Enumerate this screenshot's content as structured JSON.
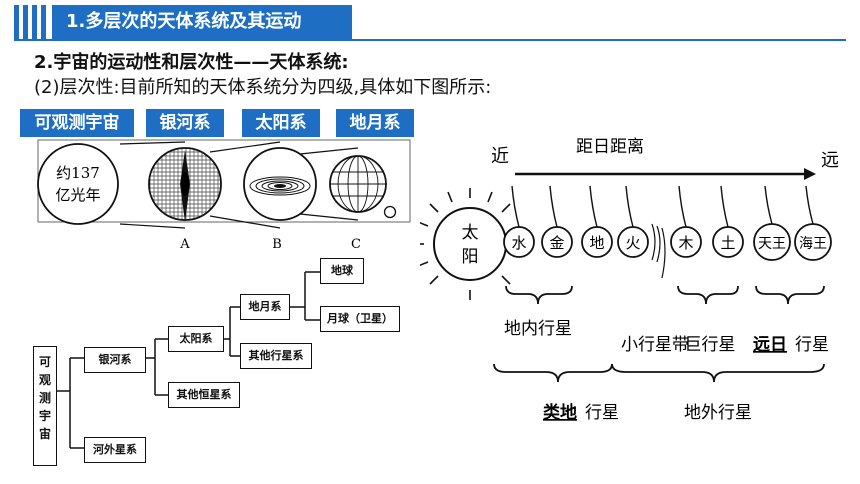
{
  "header": {
    "title": "1.多层次的天体系统及其运动"
  },
  "subtitle": "2.宇宙的运动性和层次性——天体系统:",
  "description": "(2)层次性:目前所知的天体系统分为四级,具体如下图所示:",
  "tags": [
    "可观测宇宙",
    "银河系",
    "太阳系",
    "地月系"
  ],
  "figure_left": {
    "circle_text_line1": "约137",
    "circle_text_line2": "亿光年",
    "label_a": "A",
    "label_b": "B",
    "label_c": "C"
  },
  "tree": {
    "root_chars": [
      "可",
      "观",
      "测",
      "宇",
      "宙"
    ],
    "galaxy": "银河系",
    "extragalactic": "河外星系",
    "solar_system": "太阳系",
    "other_stars": "其他恒星系",
    "earth_moon": "地月系",
    "other_planets": "其他行星系",
    "earth": "地球",
    "moon": "月球（卫星）"
  },
  "planets": {
    "near": "近",
    "far": "远",
    "axis_label": "距日距离",
    "sun_line1": "太",
    "sun_line2": "阳",
    "names": [
      "水",
      "金",
      "地",
      "火",
      "木",
      "土",
      "天王",
      "海王"
    ],
    "inner": "地内行星",
    "asteroid_belt": "小行星带",
    "giant": "巨行星",
    "far_prefix": "远日",
    "far_suffix": "行星",
    "terrestrial_prefix": "类地",
    "terrestrial_suffix": "行星",
    "outer": "地外行星"
  }
}
